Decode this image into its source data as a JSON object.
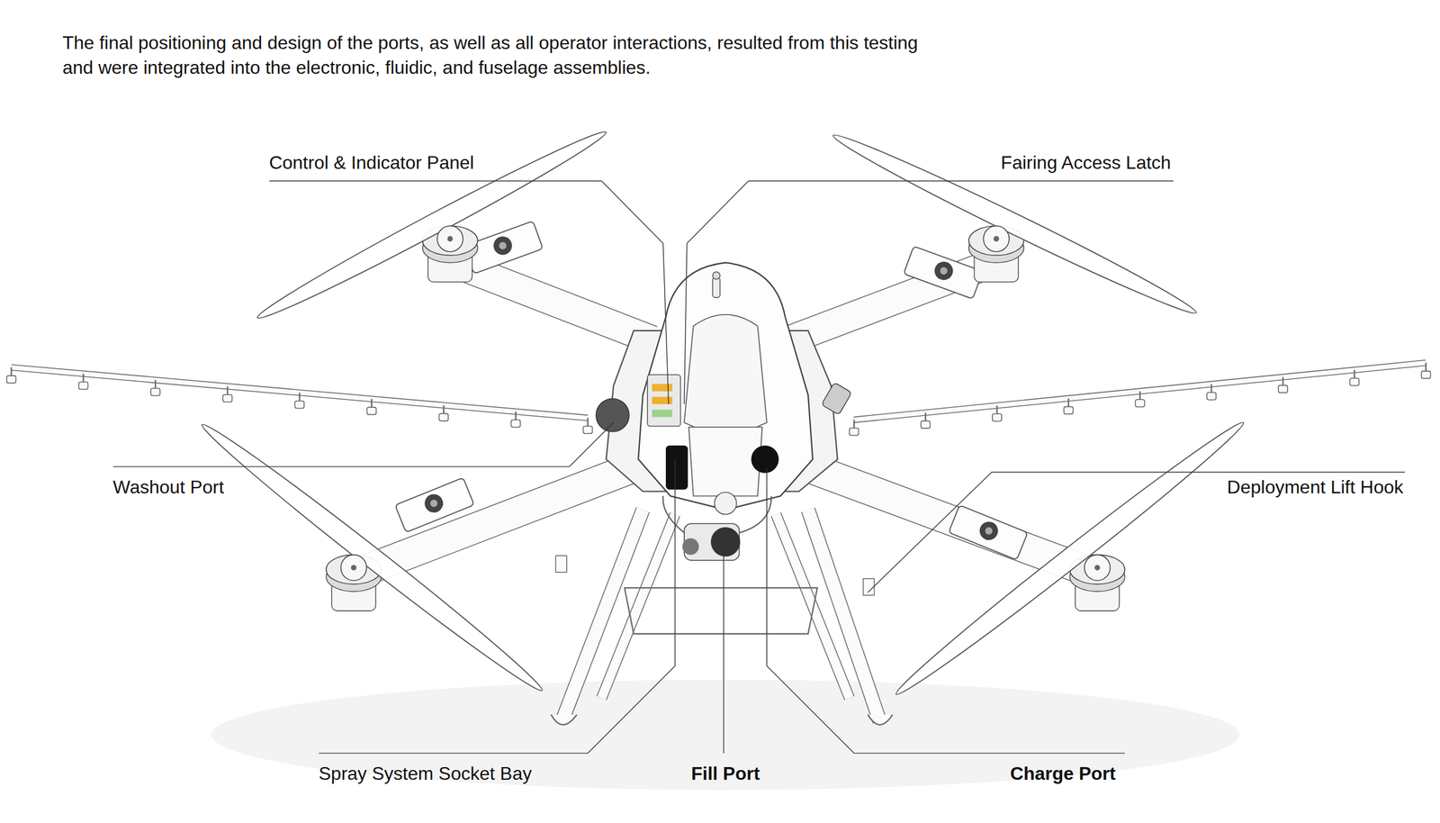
{
  "diagram": {
    "caption": "The final positioning and design of the ports, as well as all operator interactions, resulted from this testing and were integrated into the electronic, fluidic, and fuselage assemblies.",
    "labels": [
      "Control & Indicator Panel",
      "Fairing Access Latch",
      "Washout Port",
      "Deployment Lift Hook",
      "Spray System Socket Bay",
      "Fill Port",
      "Charge Port"
    ]
  }
}
